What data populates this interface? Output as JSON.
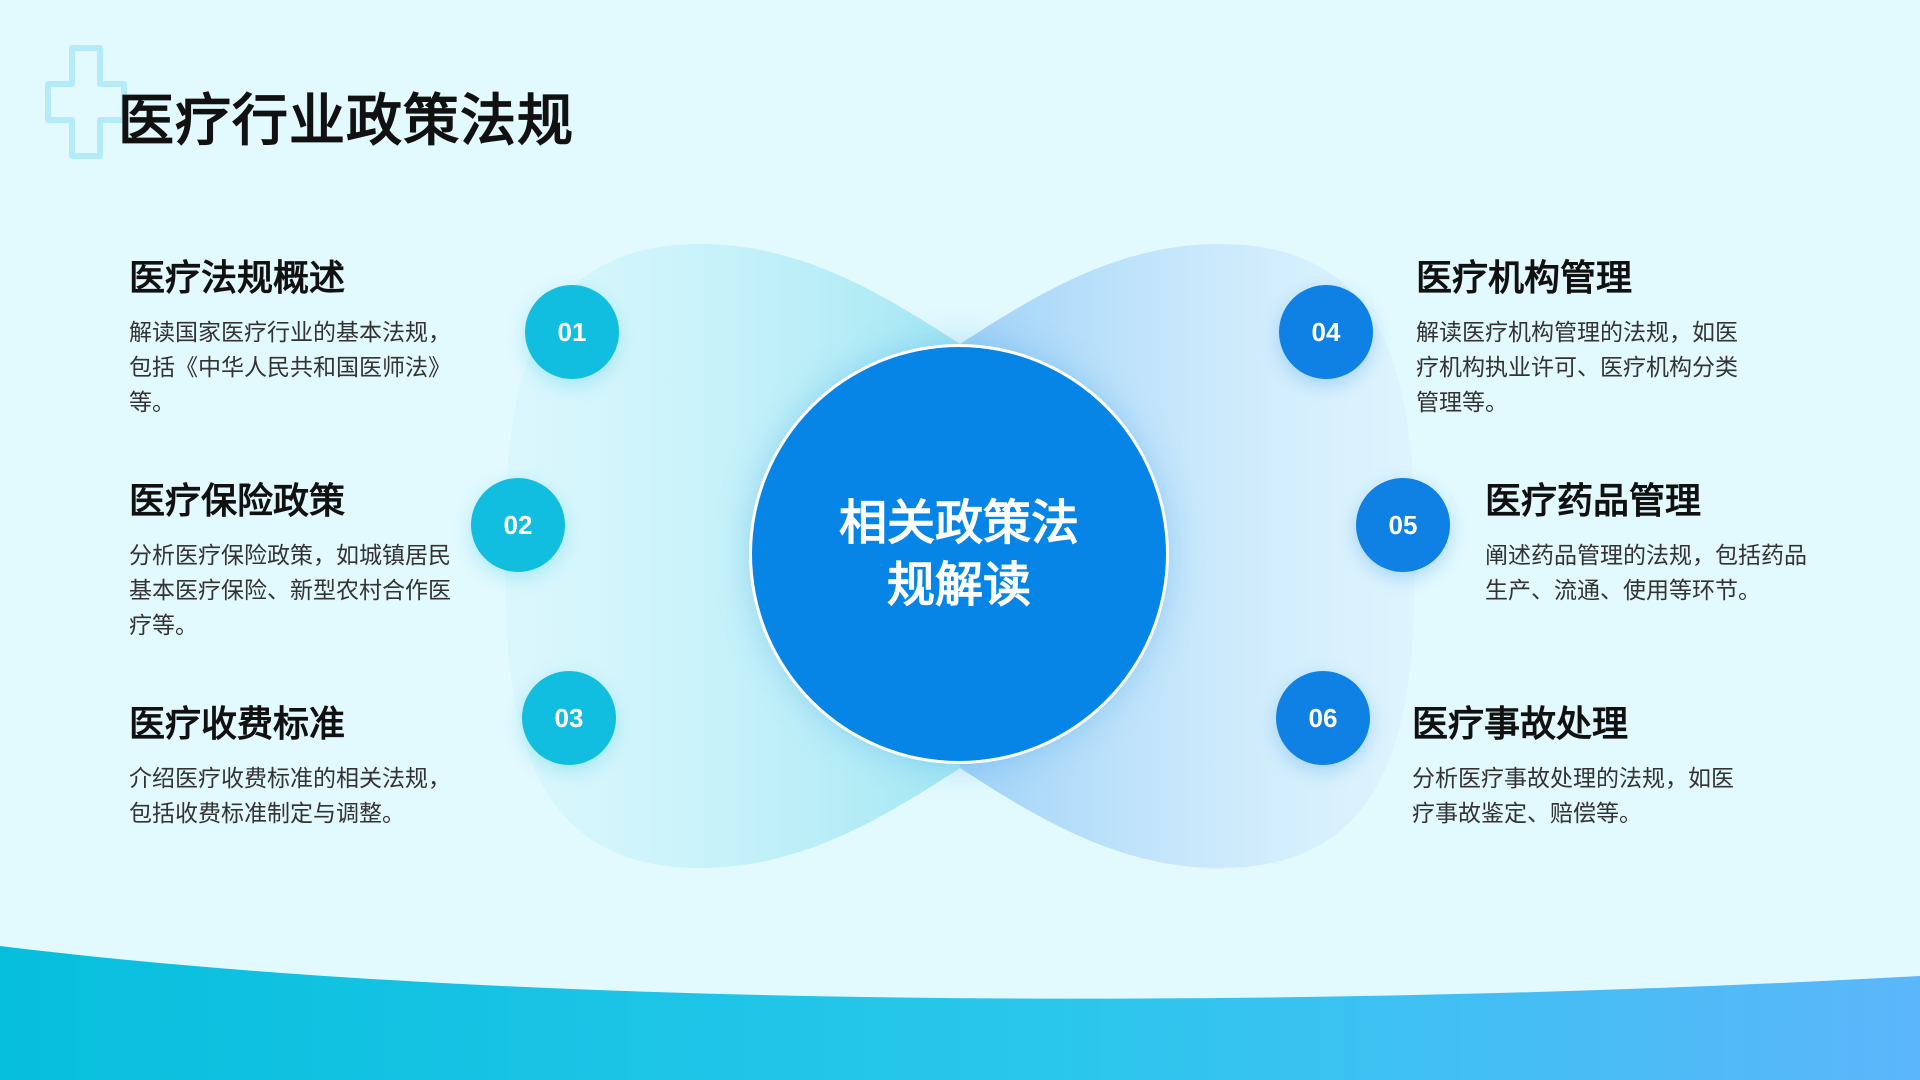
{
  "slide": {
    "title": "医疗行业政策法规",
    "center_label": "相关政策法规解读"
  },
  "items": [
    {
      "number": "01",
      "title": "医疗法规概述",
      "desc": "解读国家医疗行业的基本法规，包括《中华人民共和国医师法》等。"
    },
    {
      "number": "02",
      "title": "医疗保险政策",
      "desc": "分析医疗保险政策，如城镇居民基本医疗保险、新型农村合作医疗等。"
    },
    {
      "number": "03",
      "title": "医疗收费标准",
      "desc": "介绍医疗收费标准的相关法规，包括收费标准制定与调整。"
    },
    {
      "number": "04",
      "title": "医疗机构管理",
      "desc": "解读医疗机构管理的法规，如医疗机构执业许可、医疗机构分类管理等。"
    },
    {
      "number": "05",
      "title": "医疗药品管理",
      "desc": "阐述药品管理的法规，包括药品生产、流通、使用等环节。"
    },
    {
      "number": "06",
      "title": "医疗事故处理",
      "desc": "分析医疗事故处理的法规，如医疗事故鉴定、赔偿等。"
    }
  ],
  "colors": {
    "accent_cyan": "#12bedf",
    "accent_blue": "#0f80e4",
    "center_blue": "#0785e6",
    "background": "#e2f9fe"
  },
  "icons": {
    "decoration": "medical-cross-icon"
  }
}
